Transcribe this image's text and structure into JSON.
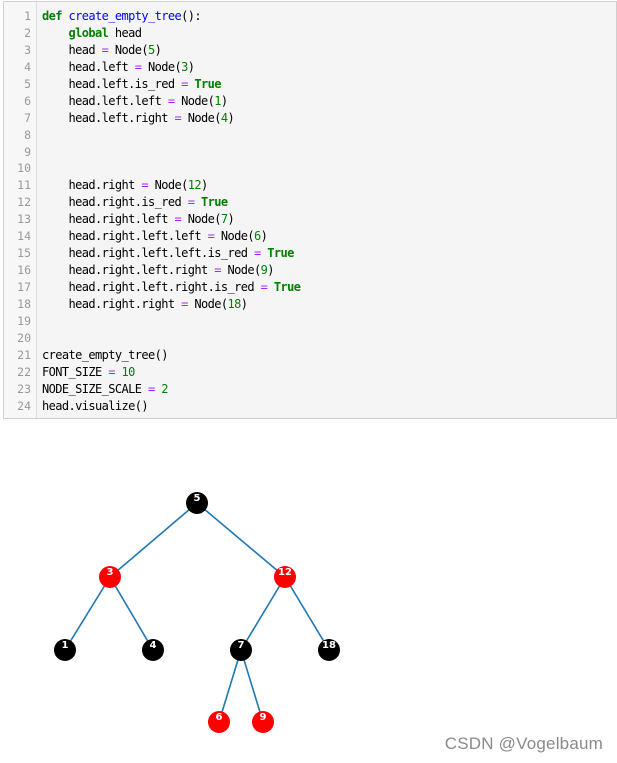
{
  "code_cell": {
    "lines": [
      {
        "num": "1",
        "tokens": [
          {
            "t": "def",
            "c": "kw"
          },
          {
            "t": " "
          },
          {
            "t": "create_empty_tree",
            "c": "fn"
          },
          {
            "t": "():"
          }
        ]
      },
      {
        "num": "2",
        "tokens": [
          {
            "t": "    "
          },
          {
            "t": "global",
            "c": "kw"
          },
          {
            "t": " head"
          }
        ]
      },
      {
        "num": "3",
        "tokens": [
          {
            "t": "    head "
          },
          {
            "t": "=",
            "c": "op"
          },
          {
            "t": " Node("
          },
          {
            "t": "5",
            "c": "num"
          },
          {
            "t": ")"
          }
        ]
      },
      {
        "num": "4",
        "tokens": [
          {
            "t": "    head.left "
          },
          {
            "t": "=",
            "c": "op"
          },
          {
            "t": " Node("
          },
          {
            "t": "3",
            "c": "num"
          },
          {
            "t": ")"
          }
        ]
      },
      {
        "num": "5",
        "tokens": [
          {
            "t": "    head.left.is_red "
          },
          {
            "t": "=",
            "c": "op"
          },
          {
            "t": " "
          },
          {
            "t": "True",
            "c": "kw"
          }
        ]
      },
      {
        "num": "6",
        "tokens": [
          {
            "t": "    head.left.left "
          },
          {
            "t": "=",
            "c": "op"
          },
          {
            "t": " Node("
          },
          {
            "t": "1",
            "c": "num"
          },
          {
            "t": ")"
          }
        ]
      },
      {
        "num": "7",
        "tokens": [
          {
            "t": "    head.left.right "
          },
          {
            "t": "=",
            "c": "op"
          },
          {
            "t": " Node("
          },
          {
            "t": "4",
            "c": "num"
          },
          {
            "t": ")"
          }
        ]
      },
      {
        "num": "8",
        "tokens": []
      },
      {
        "num": "9",
        "tokens": []
      },
      {
        "num": "10",
        "tokens": []
      },
      {
        "num": "11",
        "tokens": [
          {
            "t": "    head.right "
          },
          {
            "t": "=",
            "c": "op"
          },
          {
            "t": " Node("
          },
          {
            "t": "12",
            "c": "num"
          },
          {
            "t": ")"
          }
        ]
      },
      {
        "num": "12",
        "tokens": [
          {
            "t": "    head.right.is_red "
          },
          {
            "t": "=",
            "c": "op"
          },
          {
            "t": " "
          },
          {
            "t": "True",
            "c": "kw"
          }
        ]
      },
      {
        "num": "13",
        "tokens": [
          {
            "t": "    head.right.left "
          },
          {
            "t": "=",
            "c": "op"
          },
          {
            "t": " Node("
          },
          {
            "t": "7",
            "c": "num"
          },
          {
            "t": ")"
          }
        ]
      },
      {
        "num": "14",
        "tokens": [
          {
            "t": "    head.right.left.left "
          },
          {
            "t": "=",
            "c": "op"
          },
          {
            "t": " Node("
          },
          {
            "t": "6",
            "c": "num"
          },
          {
            "t": ")"
          }
        ]
      },
      {
        "num": "15",
        "tokens": [
          {
            "t": "    head.right.left.left.is_red "
          },
          {
            "t": "=",
            "c": "op"
          },
          {
            "t": " "
          },
          {
            "t": "True",
            "c": "kw"
          }
        ]
      },
      {
        "num": "16",
        "tokens": [
          {
            "t": "    head.right.left.right "
          },
          {
            "t": "=",
            "c": "op"
          },
          {
            "t": " Node("
          },
          {
            "t": "9",
            "c": "num"
          },
          {
            "t": ")"
          }
        ]
      },
      {
        "num": "17",
        "tokens": [
          {
            "t": "    head.right.left.right.is_red "
          },
          {
            "t": "=",
            "c": "op"
          },
          {
            "t": " "
          },
          {
            "t": "True",
            "c": "kw"
          }
        ]
      },
      {
        "num": "18",
        "tokens": [
          {
            "t": "    head.right.right "
          },
          {
            "t": "=",
            "c": "op"
          },
          {
            "t": " Node("
          },
          {
            "t": "18",
            "c": "num"
          },
          {
            "t": ")"
          }
        ]
      },
      {
        "num": "19",
        "tokens": []
      },
      {
        "num": "20",
        "tokens": []
      },
      {
        "num": "21",
        "tokens": [
          {
            "t": "create_empty_tree()"
          }
        ]
      },
      {
        "num": "22",
        "tokens": [
          {
            "t": "FONT_SIZE "
          },
          {
            "t": "=",
            "c": "op"
          },
          {
            "t": " "
          },
          {
            "t": "10",
            "c": "num"
          }
        ]
      },
      {
        "num": "23",
        "tokens": [
          {
            "t": "NODE_SIZE_SCALE "
          },
          {
            "t": "=",
            "c": "op"
          },
          {
            "t": " "
          },
          {
            "t": "2",
            "c": "num"
          }
        ]
      },
      {
        "num": "24",
        "tokens": [
          {
            "t": "head.visualize()"
          }
        ]
      }
    ]
  },
  "tree": {
    "edge_color": "#1f77b4",
    "nodes": [
      {
        "id": "n5",
        "label": "5",
        "color": "#000000"
      },
      {
        "id": "n3",
        "label": "3",
        "color": "#ff0000"
      },
      {
        "id": "n12",
        "label": "12",
        "color": "#ff0000"
      },
      {
        "id": "n1",
        "label": "1",
        "color": "#000000"
      },
      {
        "id": "n4",
        "label": "4",
        "color": "#000000"
      },
      {
        "id": "n7",
        "label": "7",
        "color": "#000000"
      },
      {
        "id": "n18",
        "label": "18",
        "color": "#000000"
      },
      {
        "id": "n6",
        "label": "6",
        "color": "#ff0000"
      },
      {
        "id": "n9",
        "label": "9",
        "color": "#ff0000"
      }
    ],
    "edges": [
      [
        "n5",
        "n3"
      ],
      [
        "n5",
        "n12"
      ],
      [
        "n3",
        "n1"
      ],
      [
        "n3",
        "n4"
      ],
      [
        "n12",
        "n7"
      ],
      [
        "n12",
        "n18"
      ],
      [
        "n7",
        "n6"
      ],
      [
        "n7",
        "n9"
      ]
    ]
  },
  "watermark": "CSDN @Vogelbaum"
}
